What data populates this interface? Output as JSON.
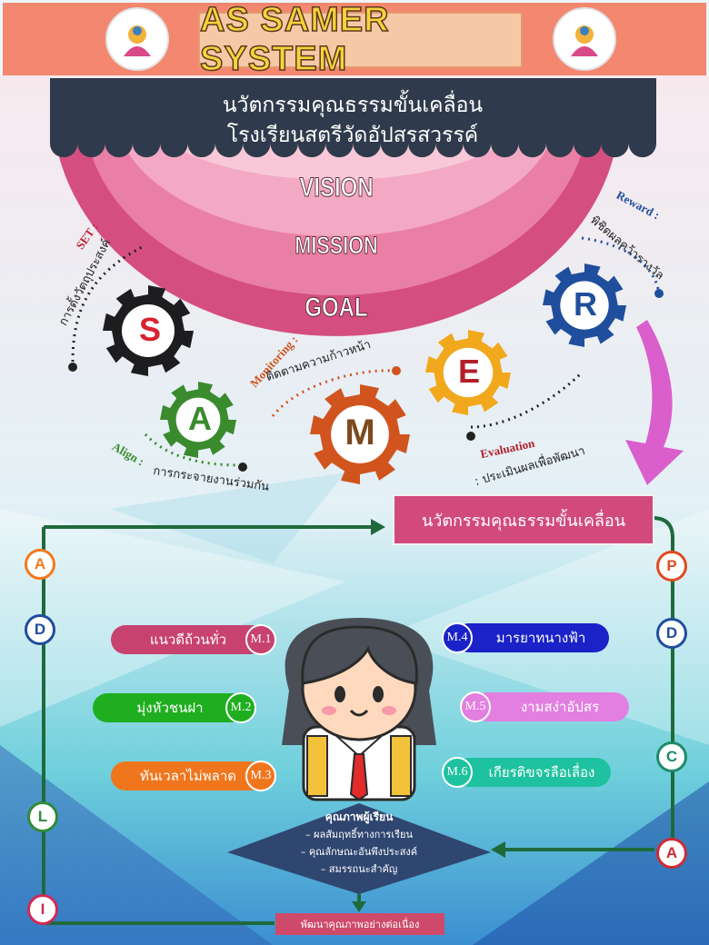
{
  "header": {
    "title": "AS SAMER SYSTEM",
    "left_logo_icon": "school-emblem-icon",
    "right_logo_icon": "school-emblem-icon"
  },
  "top_title": {
    "line1": "นวัตกรรมคุณธรรมขั้นเคลื่อน",
    "line2": "โรงเรียนสตรีวัดอัปสรสวรรค์"
  },
  "arcs": [
    {
      "label": "VISION",
      "color": "#f3a9c4"
    },
    {
      "label": "MISSION",
      "color": "#ea7fa6"
    },
    {
      "label": "GOAL",
      "color": "#d44e7f"
    }
  ],
  "gears": [
    {
      "letter": "S",
      "gear_color": "#1d1d1f",
      "letter_color": "#d8222f"
    },
    {
      "letter": "A",
      "gear_color": "#3a8a2e",
      "letter_color": "#3a8a2e"
    },
    {
      "letter": "M",
      "gear_color": "#d1541f",
      "letter_color": "#7a4a1d"
    },
    {
      "letter": "E",
      "gear_color": "#f2a81d",
      "letter_color": "#b21e2a"
    },
    {
      "letter": "R",
      "gear_color": "#1f4e9c",
      "letter_color": "#1f4e9c"
    }
  ],
  "step_labels": {
    "set_en": "SET :",
    "set_th": "การตั้งวัตถุประสงค์",
    "align_en": "Align :",
    "align_th": "การกระจายงานร่วมกัน",
    "monitoring_en": "Monitoring :",
    "monitoring_th": "ติดตามความก้าวหน้า",
    "evaluation_en": "Evaluation",
    "evaluation_th": ": ประเมินผลเพื่อพัฒนา",
    "reward_en": "Reward :",
    "reward_th": "พิชิตผลคว้ารางวัล"
  },
  "banner": "นวัตกรรมคุณธรรมขั้นเคลื่อน",
  "left_cycle": [
    "A",
    "D",
    "L",
    "I"
  ],
  "right_cycle": [
    "P",
    "D",
    "C",
    "A"
  ],
  "levels_left": [
    {
      "badge": "M.1",
      "label": "แนวดีถ้วนทั่ว",
      "color": "#c8426f"
    },
    {
      "badge": "M.2",
      "label": "มุ่งหัวชนฝา",
      "color": "#1fae1f"
    },
    {
      "badge": "M.3",
      "label": "ทันเวลาไม่พลาด",
      "color": "#f0761d"
    }
  ],
  "levels_right": [
    {
      "badge": "M.4",
      "label": "มารยาทนางฟ้า",
      "color": "#1a22c8"
    },
    {
      "badge": "M.5",
      "label": "งามสง่าอัปสร",
      "color": "#e37fe0"
    },
    {
      "badge": "M.6",
      "label": "เกียรติขจรลือเลื่อง",
      "color": "#1fc2a0"
    }
  ],
  "student_icon": "student-avatar-icon",
  "quality": {
    "title": "คุณภาพผู้เรียน",
    "items": [
      "–    ผลสัมฤทธิ์ทางการเรียน",
      "–    คุณลักษณะอันพึงประสงค์",
      "–    สมรรถนะสำคัญ"
    ]
  },
  "bottom": "พัฒนาคุณภาพอย่างต่อเนื่อง"
}
